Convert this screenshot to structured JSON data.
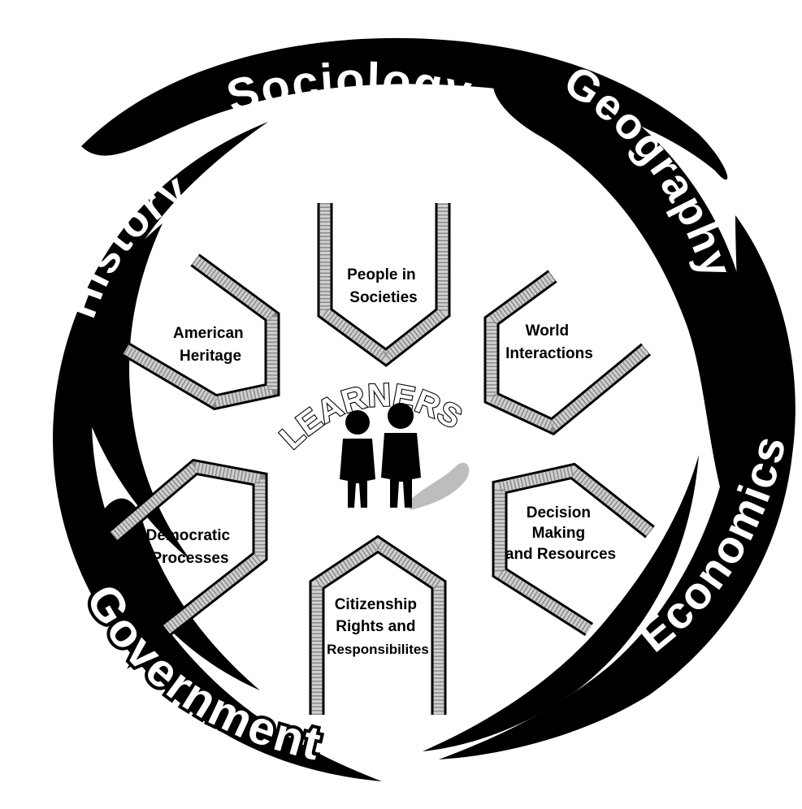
{
  "ring_disciplines": {
    "sociology": "Sociology",
    "geography": "Geography",
    "history": "History",
    "economics": "Economics",
    "government": "Government"
  },
  "center": {
    "title": "LEARNERS"
  },
  "strands": {
    "people_in_societies": [
      "People in",
      "Societies"
    ],
    "world_interactions": [
      "World",
      "Interactions"
    ],
    "american_heritage": [
      "American",
      "Heritage"
    ],
    "democratic_processes": [
      "Democratic",
      "Processes"
    ],
    "decision_making": [
      "Decision",
      "Making",
      "and Resources"
    ],
    "citizenship": [
      "Citizenship",
      "Rights and",
      "Responsibilites"
    ]
  },
  "colors": {
    "ring": "#000000",
    "frame_fill": "#cfcfcf",
    "text_on_ring": "#ffffff",
    "text": "#000000"
  }
}
